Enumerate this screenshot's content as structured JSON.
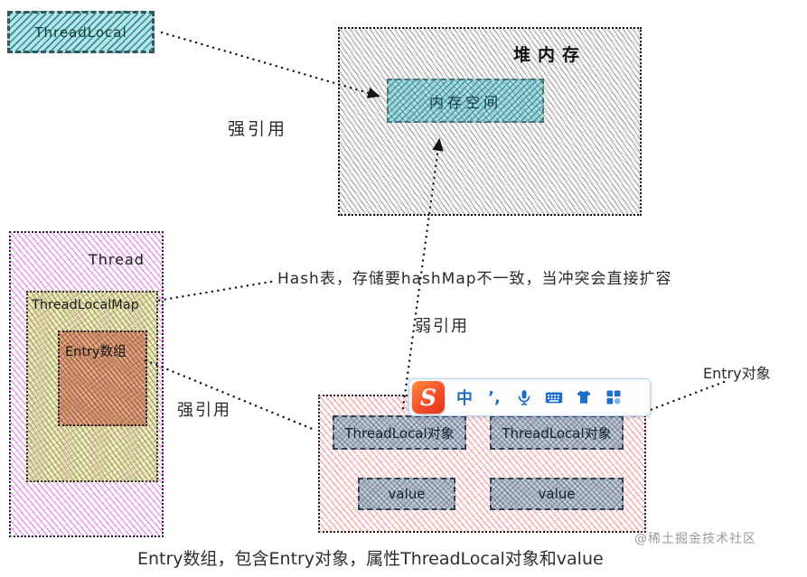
{
  "colors": {
    "teal": "#2fa3a8",
    "heap_gray": "#555555",
    "thread_magenta": "#c95fd6",
    "map_olive": "#a8a832",
    "entry_brick": "#b85c44",
    "entry_area_red": "#e06060",
    "object_steel": "#6e8ca8",
    "connector_black": "#161616",
    "sogou_red": "#f4502c",
    "ime_blue": "#1f6ec9",
    "watermark_gray": "#9a9a9a"
  },
  "diagram": {
    "threadlocal_box": {
      "label": "ThreadLocal"
    },
    "heap_box": {
      "label": "堆内存"
    },
    "memory_box": {
      "label": "内存空间"
    },
    "thread_box": {
      "label": "Thread"
    },
    "threadlocalmap_box": {
      "label": "ThreadLocalMap"
    },
    "entry_array_box": {
      "label": "Entry数组"
    },
    "entry_slots": [
      {
        "threadlocal_label": "ThreadLocal对象",
        "value_label": "value"
      },
      {
        "threadlocal_label": "ThreadLocal对象",
        "value_label": "value"
      }
    ]
  },
  "annotations": {
    "strong_ref_top": "强引用",
    "hash_note": "Hash表，存储要hashMap不一致，当冲突会直接扩容",
    "weak_ref": "弱引用",
    "strong_ref_bottom": "强引用",
    "entry_object": "Entry对象",
    "caption": "Entry数组，包含Entry对象，属性ThreadLocal对象和value",
    "watermark": "@稀土掘金技术社区"
  },
  "ime_toolbar": {
    "logo_letter": "S",
    "mode_label": "中",
    "punctuation_label": "’,",
    "icons": [
      "sogou-logo",
      "chinese-mode",
      "punctuation",
      "microphone",
      "keyboard",
      "skin",
      "apps-grid"
    ]
  }
}
